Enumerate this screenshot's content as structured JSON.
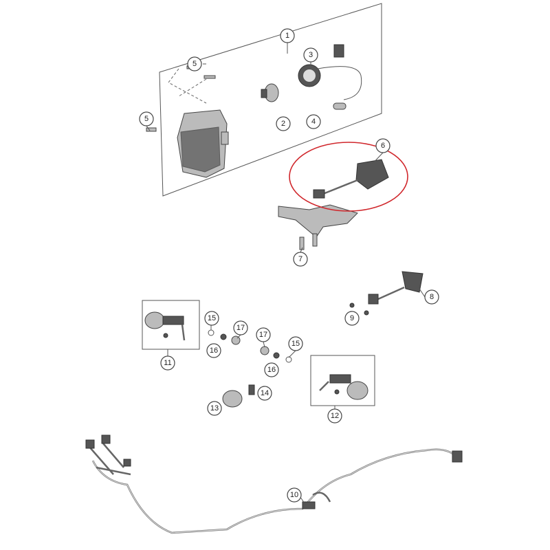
{
  "diagram": {
    "callouts": [
      {
        "label": "1"
      },
      {
        "label": "3"
      },
      {
        "label": "5"
      },
      {
        "label": "5"
      },
      {
        "label": "2"
      },
      {
        "label": "4"
      },
      {
        "label": "6"
      },
      {
        "label": "7"
      },
      {
        "label": "8"
      },
      {
        "label": "9"
      },
      {
        "label": "15"
      },
      {
        "label": "17"
      },
      {
        "label": "17"
      },
      {
        "label": "15"
      },
      {
        "label": "16"
      },
      {
        "label": "16"
      },
      {
        "label": "11"
      },
      {
        "label": "14"
      },
      {
        "label": "13"
      },
      {
        "label": "12"
      },
      {
        "label": "10"
      }
    ],
    "highlight_color": "#d0262b"
  }
}
